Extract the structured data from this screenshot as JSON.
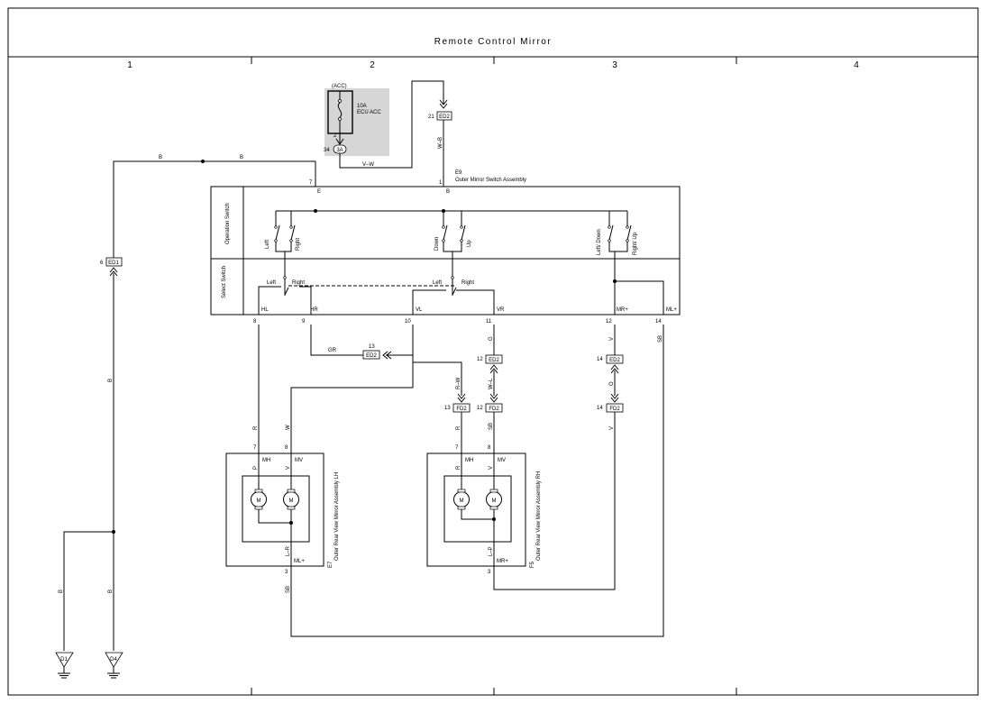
{
  "title": "Remote Control Mirror",
  "columns": [
    "1",
    "2",
    "3",
    "4"
  ],
  "fuse": {
    "acc": "(ACC)",
    "rating": "10A",
    "name": "ECU ACC",
    "pin": "2",
    "conn_pin": "34",
    "conn": "3A"
  },
  "switch": {
    "id": "E9",
    "name": "Outer Mirror Switch Assembly",
    "operation_label": "Operation Switch",
    "select_label": "Select Switch",
    "left": "Left",
    "right": "Right",
    "down": "Down",
    "up": "Up",
    "left_down": "Left/ Down",
    "right_up": "Right/ Up",
    "sel_left_1": "Left",
    "sel_right_1": "Right",
    "sel_left_2": "Left",
    "sel_right_2": "Right",
    "term_e": "E",
    "term_b": "B",
    "pin_e": "7",
    "pin_b": "1",
    "t_hl": "HL",
    "t_hr": "HR",
    "t_vl": "VL",
    "t_vr": "VR",
    "t_mrp": "MR+",
    "t_mlp": "ML+",
    "p_hl": "8",
    "p_hr": "9",
    "p_vl": "10",
    "p_vr": "11",
    "p_mrp": "12",
    "p_mlp": "14"
  },
  "wires": {
    "b1": "B",
    "b2": "B",
    "b3": "B",
    "b4": "B",
    "b5": "B",
    "vw": "V–W",
    "wb": "W–B",
    "gr": "GR",
    "g": "G",
    "wl": "W–L",
    "rw": "R–W",
    "v1": "V",
    "o": "O",
    "v2": "V",
    "sb1": "SB",
    "sb2": "SB",
    "sb3": "SB",
    "r1": "R",
    "w1": "W",
    "r2": "R",
    "p": "P",
    "v3": "V",
    "r3": "R",
    "v4": "V",
    "lr": "L–R",
    "lp": "L–P"
  },
  "connectors": {
    "ed2_top": {
      "pin": "21",
      "name": "ED2"
    },
    "ed1": {
      "pin": "6",
      "name": "ED1"
    },
    "ed2_13": {
      "pin": "13",
      "name": "ED2"
    },
    "ed2_12": {
      "pin": "12",
      "name": "ED2"
    },
    "ed2_14": {
      "pin": "14",
      "name": "ED2"
    },
    "fd2_13": {
      "pin": "13",
      "name": "FD2"
    },
    "fd2_12": {
      "pin": "12",
      "name": "FD2"
    },
    "fd2_14": {
      "pin": "14",
      "name": "FD2"
    }
  },
  "mirror_lh": {
    "id": "E7",
    "name": "Outer Rear View Mirror Assembly LH",
    "mh": "MH",
    "mv": "MV",
    "ml": "ML+",
    "p7": "7",
    "p8": "8",
    "p3": "3",
    "m1": "M",
    "m2": "M"
  },
  "mirror_rh": {
    "id": "F5",
    "name": "Outer Rear View Mirror Assembly RH",
    "mh": "MH",
    "mv": "MV",
    "mr": "MR+",
    "p7": "7",
    "p8": "8",
    "p3": "3",
    "m1": "M",
    "m2": "M"
  },
  "grounds": {
    "g1": "D1",
    "g2": "D4"
  }
}
